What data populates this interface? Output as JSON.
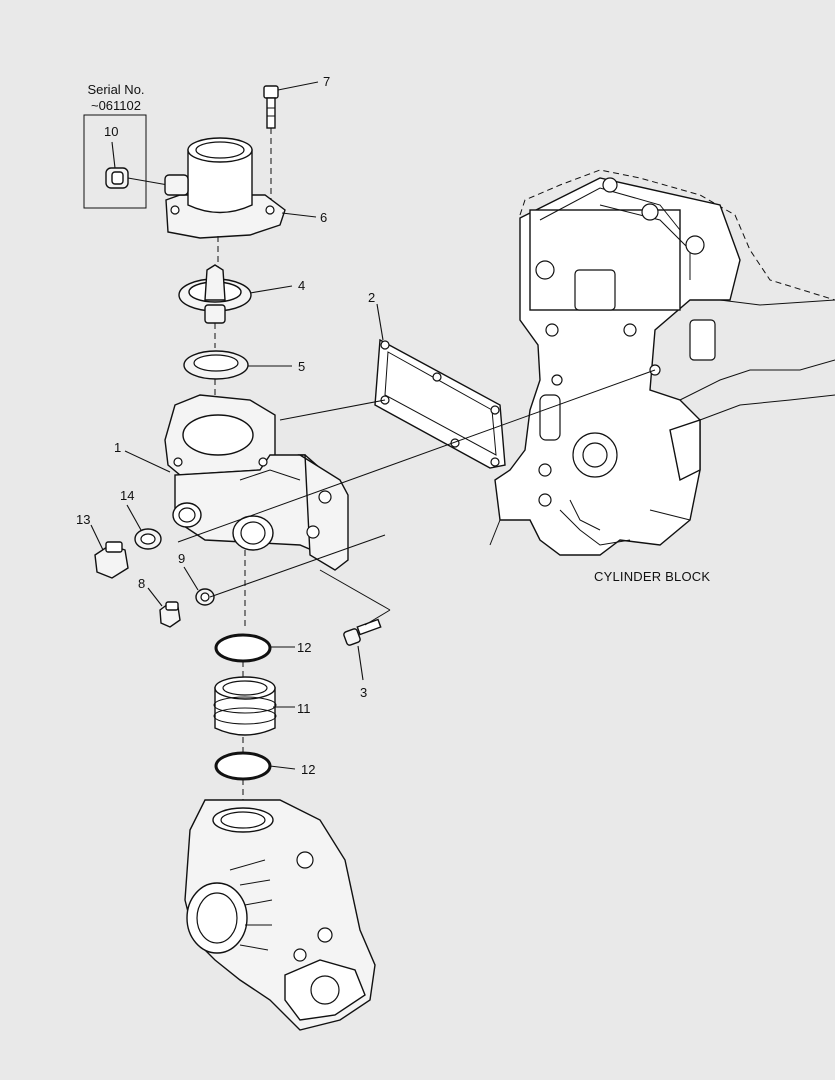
{
  "serial_note": {
    "line1": "Serial No.",
    "line2": "~061102"
  },
  "cylinder_block_label": "CYLINDER BLOCK",
  "callouts": {
    "c1": "1",
    "c2": "2",
    "c3": "3",
    "c4": "4",
    "c5": "5",
    "c6": "6",
    "c7": "7",
    "c8": "8",
    "c9": "9",
    "c10": "10",
    "c11": "11",
    "c12a": "12",
    "c12b": "12",
    "c13": "13",
    "c14": "14"
  }
}
